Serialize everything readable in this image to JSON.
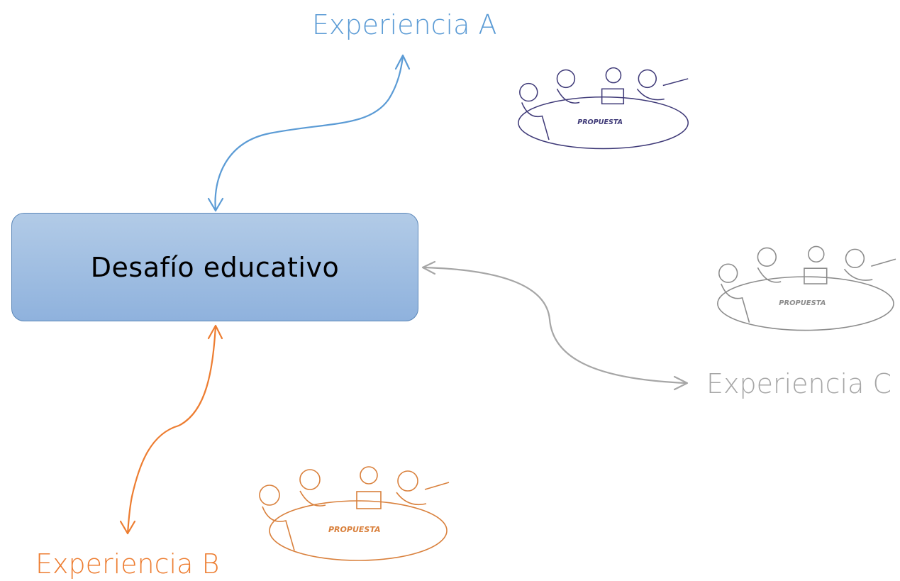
{
  "center_node": {
    "label": "Desafío educativo"
  },
  "experiences": [
    {
      "id": "a",
      "label": "Experiencia A",
      "color": "#5b9bd5"
    },
    {
      "id": "b",
      "label": "Experiencia B",
      "color": "#ed7d31"
    },
    {
      "id": "c",
      "label": "Experiencia  C",
      "color": "#a6a6a6"
    }
  ],
  "illustrations": [
    {
      "id": "a",
      "caption": "PROPUESTA",
      "color": "#3f3a78"
    },
    {
      "id": "c",
      "caption": "PROPUESTA",
      "color": "#8c8c8c"
    },
    {
      "id": "b",
      "caption": "PROPUESTA",
      "color": "#d9803c"
    }
  ]
}
